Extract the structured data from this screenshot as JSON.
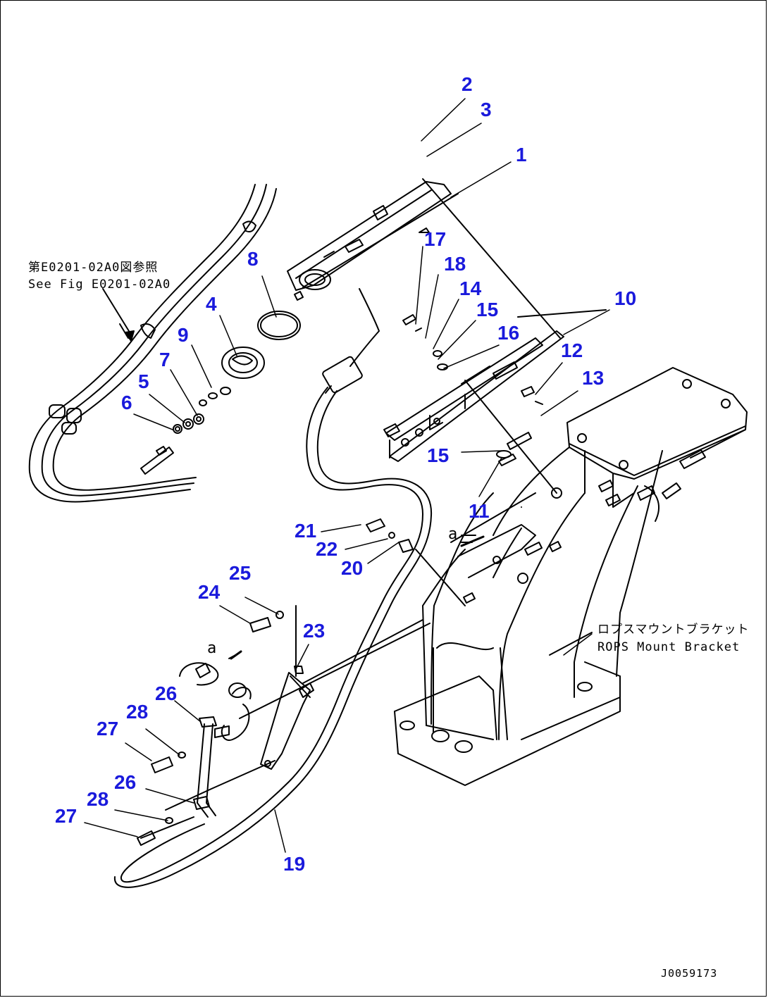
{
  "diagram": {
    "part_color": "#1a1adc",
    "line_color": "#000000",
    "part_numbers": [
      "1",
      "2",
      "3",
      "4",
      "5",
      "6",
      "7",
      "8",
      "9",
      "10",
      "11",
      "12",
      "13",
      "14",
      "15",
      "15",
      "16",
      "17",
      "18",
      "19",
      "20",
      "21",
      "22",
      "23",
      "24",
      "25",
      "26",
      "26",
      "27",
      "27",
      "28",
      "28"
    ],
    "reference_note": {
      "line1": "第E0201-02A0図参照",
      "line2": "See Fig E0201-02A0"
    },
    "rops_label": {
      "line1": "ロプスマウントブラケット",
      "line2": "ROPS Mount Bracket"
    },
    "ref_letters": [
      "a",
      "a"
    ],
    "drawing_id": "J0059173"
  }
}
